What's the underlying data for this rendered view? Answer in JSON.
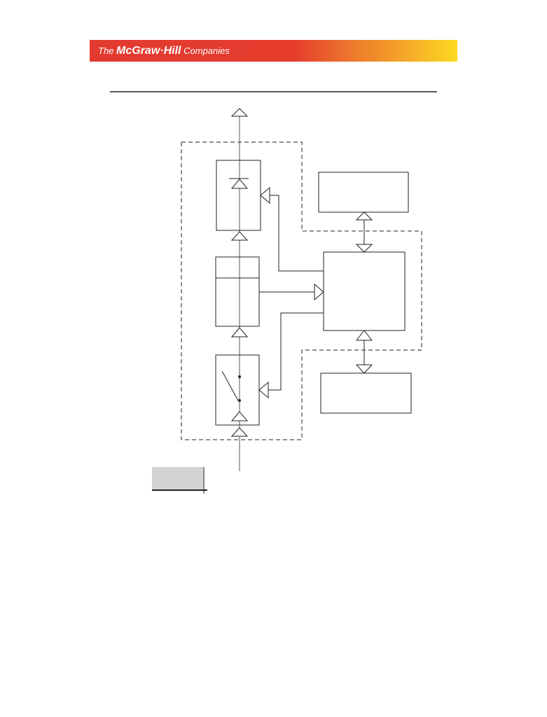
{
  "banner": {
    "logo_prefix": "The",
    "logo_brand": "McGraw·Hill",
    "logo_suffix": "Companies",
    "colors": {
      "start": "#e33a30",
      "end": "#fbd91f"
    }
  },
  "diagram": {
    "line_color": "#222222",
    "caption_box_fill": "#d4d4d4"
  }
}
